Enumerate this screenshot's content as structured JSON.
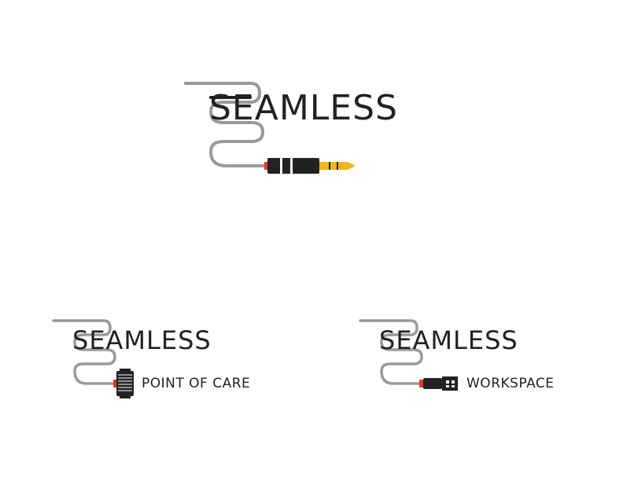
{
  "logos": {
    "main": {
      "brand_name": "SEAMLESS",
      "connector": "audio-jack-icon"
    },
    "point_of_care": {
      "brand_name": "SEAMLESS",
      "tagline": "POINT OF CARE",
      "connector": "multi-pin-connector-icon"
    },
    "workspace": {
      "brand_name": "SEAMLESS",
      "tagline": "WORKSPACE",
      "connector": "usb-plug-icon"
    }
  },
  "colors": {
    "text": "#222222",
    "cable": "#9a9a9a",
    "plug_body": "#222222",
    "plug_accent": "#e2372b",
    "jack_tip": "#f2b51b"
  }
}
